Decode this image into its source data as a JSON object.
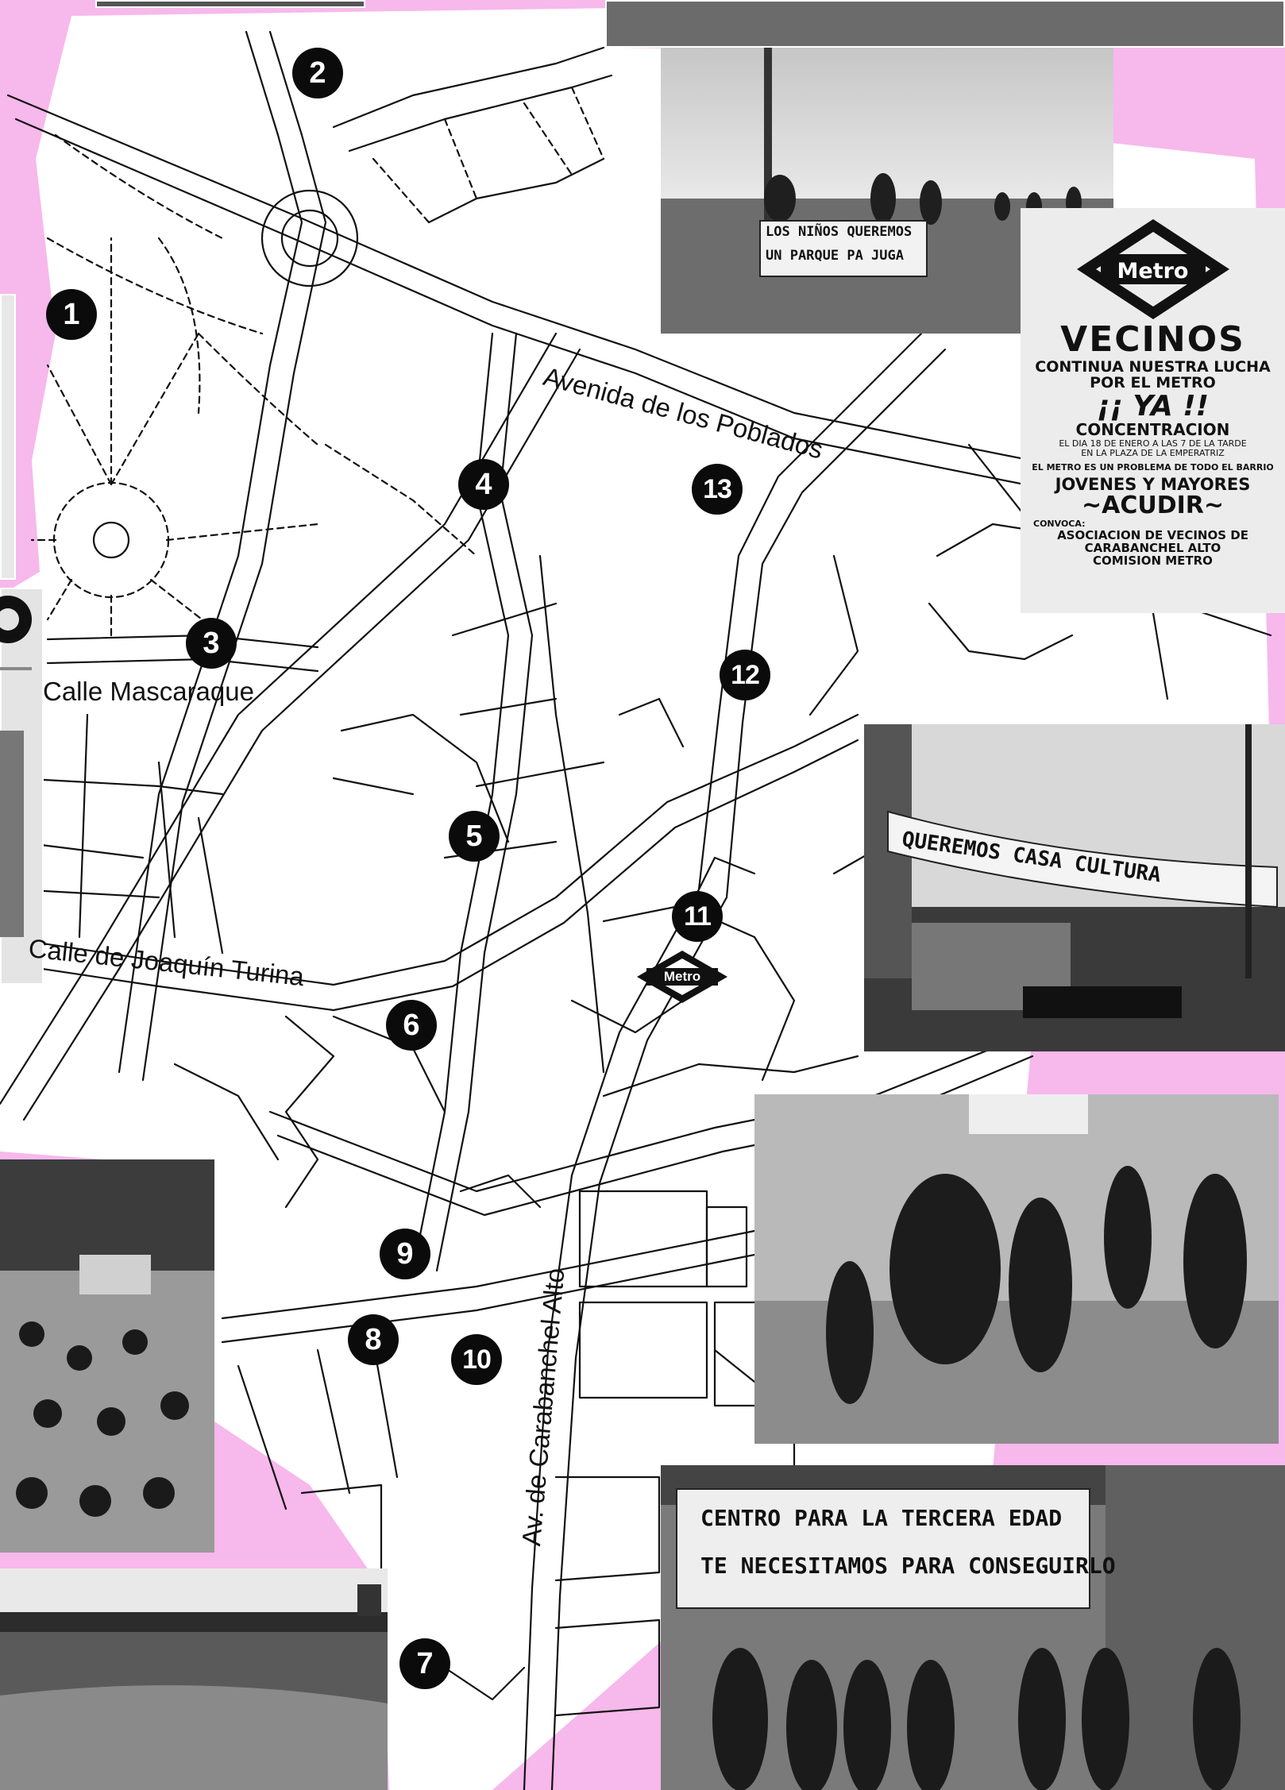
{
  "map": {
    "streets": {
      "poblados": "Avenida de los Poblados",
      "mascaraque": "Calle Mascaraque",
      "turina": "Calle de Joaquín Turina",
      "carabanchel": "Av. de Carabanchel Alto"
    },
    "markers": [
      "1",
      "2",
      "3",
      "4",
      "5",
      "6",
      "7",
      "8",
      "9",
      "10",
      "11",
      "12",
      "13"
    ],
    "metro_label": "Metro",
    "colors": {
      "background": "#f7b8ec",
      "map": "#ffffff",
      "road": "#111111",
      "marker": "#0b0b0b"
    }
  },
  "photos": {
    "park_banner": [
      "LOS NIÑOS QUEREMOS",
      "UN PARQUE PA JUGA"
    ],
    "culture_banner": "QUEREMOS CASA CULTURA",
    "elderly_banner": [
      "CENTRO PARA LA TERCERA EDAD",
      "TE NECESITAMOS PARA CONSEGUIRLO"
    ]
  },
  "poster": {
    "metro_logo": "Metro",
    "title": "VECINOS",
    "line1": "CONTINUA NUESTRA LUCHA",
    "line2": "POR EL METRO",
    "line3": "¡¡ YA !!",
    "line4": "CONCENTRACION",
    "line5": "EL DIA 18 DE ENERO A LAS 7 DE LA TARDE",
    "line6": "EN LA PLAZA DE LA EMPERATRIZ",
    "line7": "EL METRO ES UN PROBLEMA DE TODO EL BARRIO",
    "line8": "JOVENES Y MAYORES",
    "line9": "~ACUDIR~",
    "convoca": "CONVOCA:",
    "line10": "ASOCIACION DE VECINOS DE",
    "line11": "CARABANCHEL ALTO",
    "line12": "COMISION METRO"
  }
}
